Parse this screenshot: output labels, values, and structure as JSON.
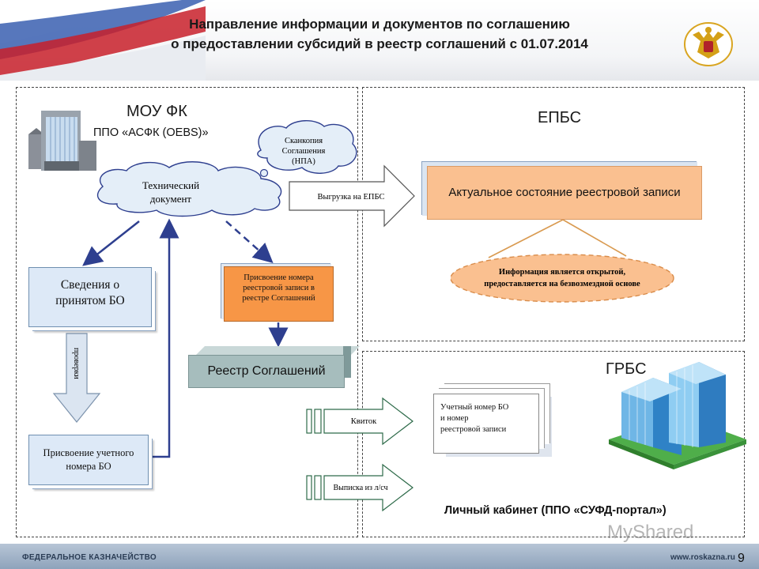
{
  "header": {
    "title_line1": "Направление информации и документов по соглашению",
    "title_line2": "о предоставлении субсидий в реестр соглашений с 01.07.2014"
  },
  "left_panel": {
    "heading": "МОУ ФК",
    "subheading": "ППО «АСФК (OEBS)»",
    "cloud_scan": [
      "Сканкопия",
      "Соглашения",
      "(НПА)"
    ],
    "cloud_tech": [
      "Технический",
      "документ"
    ],
    "svedenia": [
      "Сведения о",
      "принятом БО"
    ],
    "arrow_label": "проверки",
    "prisvoenie_uchet": [
      "Присвоение учетного",
      "номера БО"
    ],
    "prisvoenie_reestr": [
      "Присвоение номера",
      "реестровой записи в",
      "реестре Соглашений"
    ],
    "reestr": "Реестр Соглашений",
    "export_arrow": "Выгрузка на ЕПБС"
  },
  "top_right_panel": {
    "heading": "ЕПБС",
    "current_state": "Актуальное состояние реестровой записи",
    "open_info": [
      "Информация является открытой,",
      "предоставляется на безвозмездной основе"
    ]
  },
  "bottom_right_panel": {
    "heading": "ГРБС",
    "receipt_arrow": "Квиток",
    "statement_arrow": "Выписка из л/сч",
    "doc_text": "Учетный номер БО\n и номер\nреестровой записи",
    "cabinet": "Личный кабинет (ППО «СУФД-портал»)"
  },
  "footer": {
    "left": "ФЕДЕРАЛЬНОЕ КАЗНАЧЕЙСТВО",
    "right": "www.roskazna.ru",
    "page": "9"
  },
  "watermark": "MyShared",
  "colors": {
    "accent_blue": "#2e3f8f",
    "orange": "#f79646",
    "peach": "#fac090",
    "doc_blue": "#dde9f7"
  }
}
